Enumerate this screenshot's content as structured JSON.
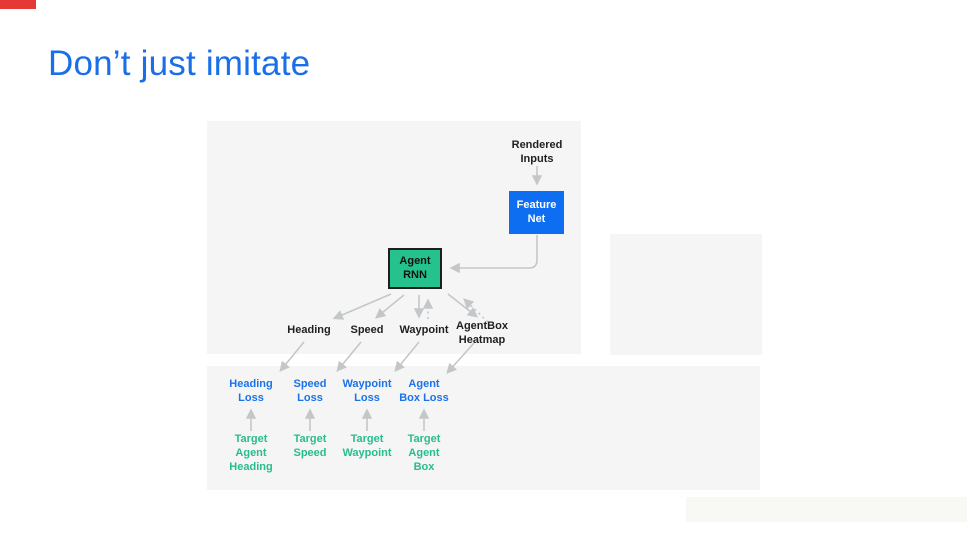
{
  "slide": {
    "title": "Don’t just imitate"
  },
  "diagram": {
    "rendered_inputs_label": "Rendered\nInputs",
    "feature_net_label": "Feature\nNet",
    "agent_rnn_label": "Agent\nRNN",
    "outputs": [
      "Heading",
      "Speed",
      "Waypoint",
      "AgentBox\nHeatmap"
    ],
    "losses": [
      "Heading\nLoss",
      "Speed\nLoss",
      "Waypoint\nLoss",
      "Agent\nBox Loss"
    ],
    "targets": [
      "Target\nAgent\nHeading",
      "Target\nSpeed",
      "Target\nWaypoint",
      "Target\nAgent\nBox"
    ]
  },
  "colors": {
    "title_blue": "#1a6fe8",
    "feature_net_blue": "#0d6ef2",
    "agent_rnn_green": "#26c28e",
    "loss_blue": "#1a73e8",
    "target_green": "#27bd8f",
    "arrow_gray": "#c4c7c9",
    "panel_gray": "#f5f5f5",
    "marker_red": "#e53935"
  }
}
